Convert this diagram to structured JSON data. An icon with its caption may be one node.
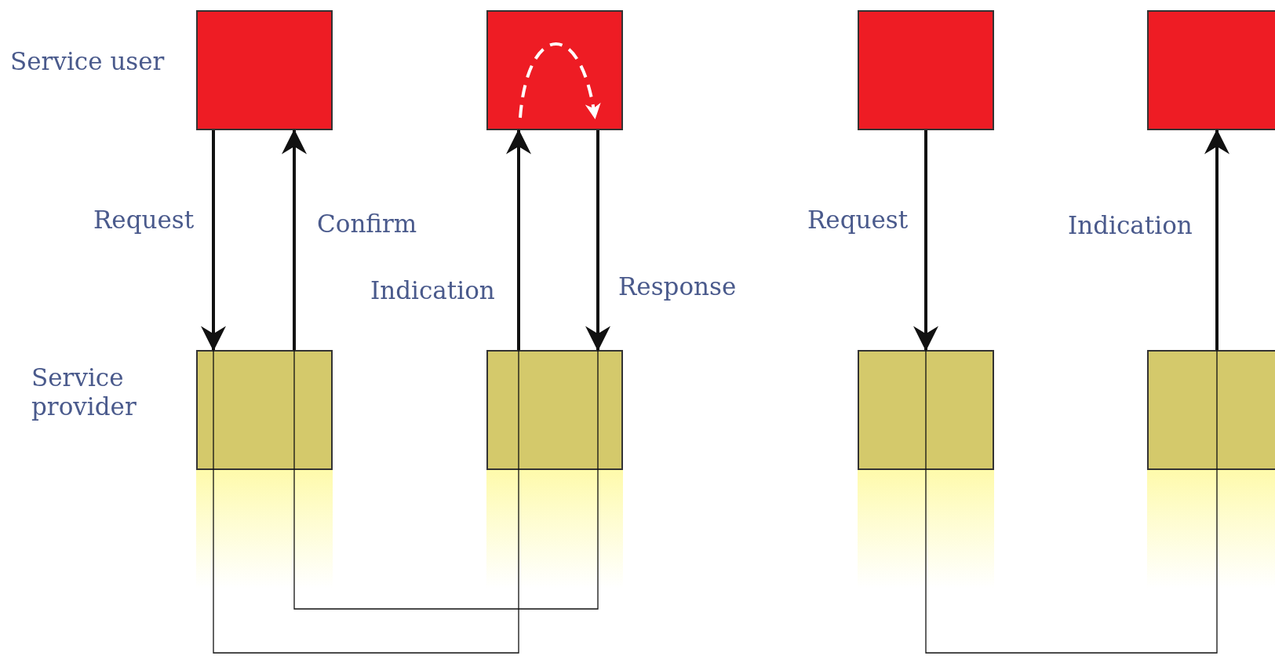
{
  "diagram": {
    "nodes": [
      {
        "text": [],
        "shape": "box"
      },
      {
        "text": [],
        "shape": "box"
      },
      {
        "text": [],
        "shape": "box"
      },
      {
        "text": [],
        "shape": "box"
      },
      {
        "text": [],
        "shape": "box"
      },
      {
        "text": [],
        "shape": "box"
      },
      {
        "text": [],
        "shape": "box"
      },
      {
        "text": [],
        "shape": "box"
      }
    ],
    "edges": [
      {
        "from": 0,
        "to": 4,
        "arrow": "to",
        "label": "Request"
      },
      {
        "from": 4,
        "to": 0,
        "arrow": "to",
        "label": "Confirm"
      },
      {
        "from": 5,
        "to": 1,
        "arrow": "to",
        "label": "Indication"
      },
      {
        "from": 1,
        "to": 5,
        "arrow": "to",
        "label": "Response"
      },
      {
        "from": 2,
        "to": 6,
        "arrow": "to",
        "label": "Request"
      },
      {
        "from": 7,
        "to": 3,
        "arrow": "to",
        "label": "Indication"
      },
      {
        "from": 4,
        "to": 5,
        "arrow": "none"
      },
      {
        "from": 4,
        "to": 5,
        "arrow": "none"
      },
      {
        "from": 6,
        "to": 7,
        "arrow": "none"
      }
    ],
    "labels": [
      "Service user",
      "Service provider"
    ]
  }
}
